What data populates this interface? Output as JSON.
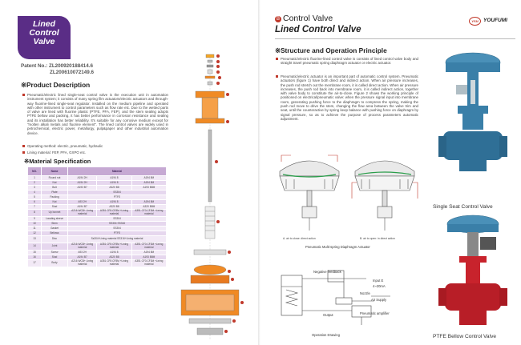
{
  "left": {
    "badge": [
      "Lined",
      "Control",
      "Valve"
    ],
    "patent_line1": "Patent No.: ZL200920188414.6",
    "patent_line2": "ZL200610072149.6",
    "product_heading": "※Product Description",
    "bullets": [
      "Pneumatic/electric lined single-seat control valve is the execution unit in automation instrument system; it consists of many spring film actuators/electric actuators and through-way fluorine-lined single-seat regulator. Installed on the medium pipeline and operated with other instrument to control parameters such as flow rate etc. Due to the wetted parts of valve are lined with fluorine plastic (PTFE, PFA, FEP), and the stem sealing adopts PTFE bellow and packing, it has better performance in corrosion resistance and sealing and its installation has better reliability. It's suitable for any corrosive medium except for \"molten alkali metals and fluorine element\". The lined control valves are widely used in petrochemical, electric power, metallurgy, pulp&paper and other industrial automation device.",
      "Operating method: electric, pneumatic, hydraulic",
      "Lining material: FEP, PFA, GXPO etc."
    ],
    "material_heading": "※Material Specification",
    "table": {
      "headers": [
        "NO.",
        "Name",
        "Material"
      ],
      "rows": [
        [
          "1",
          "Round nut",
          "A194 2H",
          "A194 8",
          "A194 8M"
        ],
        [
          "2",
          "Nut",
          "A194 2H",
          "A194 8",
          "A194 8M"
        ],
        [
          "3",
          "Bolt",
          "A193 B7",
          "A320 B8",
          "A193 B8M"
        ],
        [
          "4",
          "Plate",
          "SS304",
          "",
          ""
        ],
        [
          "5",
          "Packing",
          "PTFE",
          "",
          ""
        ],
        [
          "6",
          "Nut",
          "A93 2H",
          "A194 8",
          "A194 8M"
        ],
        [
          "7",
          "Stud",
          "A194 B7",
          "A320 B8",
          "A320 B8M"
        ],
        [
          "8",
          "Up bonnet",
          "A216 WCB+ Lining material",
          "A351 CF8 CF8M +Lining material",
          "A351 CF3 CF3M +Lining material"
        ],
        [
          "9",
          "Locating sleeve",
          "SS304",
          "",
          ""
        ],
        [
          "10",
          "Stem",
          "SS304 SS316",
          "",
          ""
        ],
        [
          "11",
          "Gasket",
          "SS304",
          "",
          ""
        ],
        [
          "12",
          "Bellows",
          "PTFE",
          "",
          ""
        ],
        [
          "13",
          "Disc",
          "Ss304+Lining material SS316+Lining material",
          "",
          ""
        ],
        [
          "14",
          "Joint",
          "A216 WCB+ Lining material",
          "A351 CF8 CF8M +Lining material",
          "A351 CF3 CF3M +Lining material"
        ],
        [
          "15",
          "Screw",
          "A93 2H",
          "A194 8",
          "A194 8M"
        ],
        [
          "16",
          "Stud",
          "A194 B7",
          "A320 B8",
          "A193 B8M"
        ],
        [
          "17",
          "Body",
          "A216 WCB+ Lining material",
          "A351 CF8 CF8M +Lining material",
          "A351 CF3 CF3M +Lining material"
        ]
      ]
    }
  },
  "right": {
    "header_letter": "B",
    "header_title": "Control Valve",
    "header_sub": "Lined Control Valve",
    "brand": "YOUFUMI",
    "brand_mark": "YFM",
    "structure_heading": "※Structure and Operation Principle",
    "bullets": [
      "Pneumatic/electric fluorine-lined control valve is consists of lined control valve body and straight travel pneumatic spring diaphragm actuator or electric actuator.",
      "Pneumatic/electric actuator is an important part of automatic control system. Pneumatic actuators (figure 1) have both direct and indirect action. When air pressure increases, the push rod stretch out the membrane room, it is called direct action. When air pressure increases, the push rod back into membrane room, it is called indirect action, together with valve body to constitute the air-to-close. Figure 2 shows the working principle of positioned on electrical/pneumatic valve: when the pressure signal input into membrane room, generating pushing force to the diaphragm to compress the spring, making the push rod move to drive the stem, changing the flow area between the valve trim and seat, until the counteractive by spring keep balance with pushing force on diaphragm by signal pressure, so as to achieve the purpose of process parameters automatic adjustment."
    ],
    "label_a": "A. air to close: direct action",
    "label_b": "B. air to open: in direct action",
    "actuator_caption": "Pneumatic Multi-spring Diaphragm Actuator",
    "drawing_labels": {
      "negative_feedback": "Negative feedback",
      "input": "Input E",
      "range": "4~20mA",
      "nozzle": "Nozzle",
      "air_supply": "Air Supply",
      "output": "Output",
      "amplifier": "Pneumatic amplifier"
    },
    "drawing_caption": "Operation Drawing",
    "single_seat": "Single Seat Control Valve",
    "ptfe_bellow": "PTFE Bellow Control Valve"
  },
  "colors": {
    "accent_purple": "#5a2d86",
    "accent_red": "#c0392b",
    "orange_parts": "#e8862a",
    "valve_blue": "#3a7fa8",
    "valve_red": "#c8232c"
  }
}
